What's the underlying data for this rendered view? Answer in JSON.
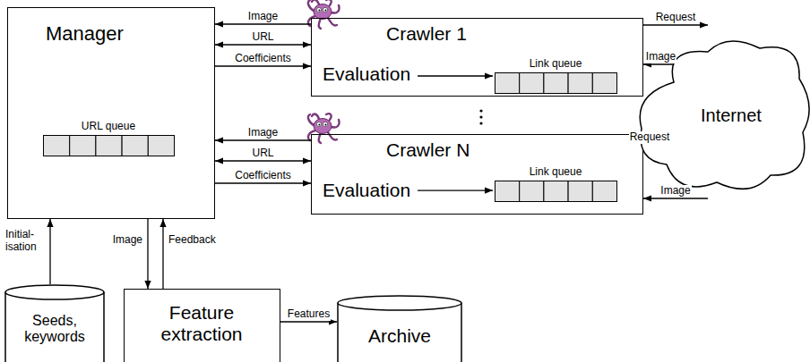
{
  "diagram": {
    "nodes": [
      {
        "text": [
          "Manager"
        ]
      },
      {
        "text": [
          "URL queue"
        ],
        "in": 0
      },
      {
        "text": [
          "Crawler 1",
          "Evaluation"
        ]
      },
      {
        "text": [
          "Link queue"
        ],
        "in": 2
      },
      {
        "text": [
          "Crawler N",
          "Evaluation"
        ]
      },
      {
        "text": [
          "Link queue"
        ],
        "in": 4
      },
      {
        "text": [
          "Internet"
        ]
      },
      {
        "text": [
          "Seeds, keywords"
        ]
      },
      {
        "text": [
          "Feature extraction"
        ]
      },
      {
        "text": [
          "Archive"
        ]
      }
    ],
    "edges": [
      {
        "from": 2,
        "to": 0,
        "label": "Image",
        "arrow": "to"
      },
      {
        "from": 0,
        "to": 2,
        "label": "URL",
        "arrow": "both"
      },
      {
        "from": 0,
        "to": 2,
        "label": "Coefficients",
        "arrow": "to"
      },
      {
        "from": 4,
        "to": 0,
        "label": "Image",
        "arrow": "to"
      },
      {
        "from": 0,
        "to": 4,
        "label": "URL",
        "arrow": "both"
      },
      {
        "from": 0,
        "to": 4,
        "label": "Coefficients",
        "arrow": "to"
      },
      {
        "from": 2,
        "to": 6,
        "label": "Request",
        "arrow": "to"
      },
      {
        "from": 6,
        "to": 2,
        "label": "Image",
        "arrow": "to"
      },
      {
        "from": 4,
        "to": 6,
        "label": "Request",
        "arrow": "to"
      },
      {
        "from": 6,
        "to": 4,
        "label": "Image",
        "arrow": "to"
      },
      {
        "from": 7,
        "to": 0,
        "label": "Initial- isation",
        "arrow": "to"
      },
      {
        "from": 0,
        "to": 8,
        "label": "Image",
        "arrow": "to"
      },
      {
        "from": 8,
        "to": 0,
        "label": "Feedback",
        "arrow": "to"
      },
      {
        "from": 8,
        "to": 9,
        "label": "Features",
        "arrow": "to"
      }
    ]
  }
}
